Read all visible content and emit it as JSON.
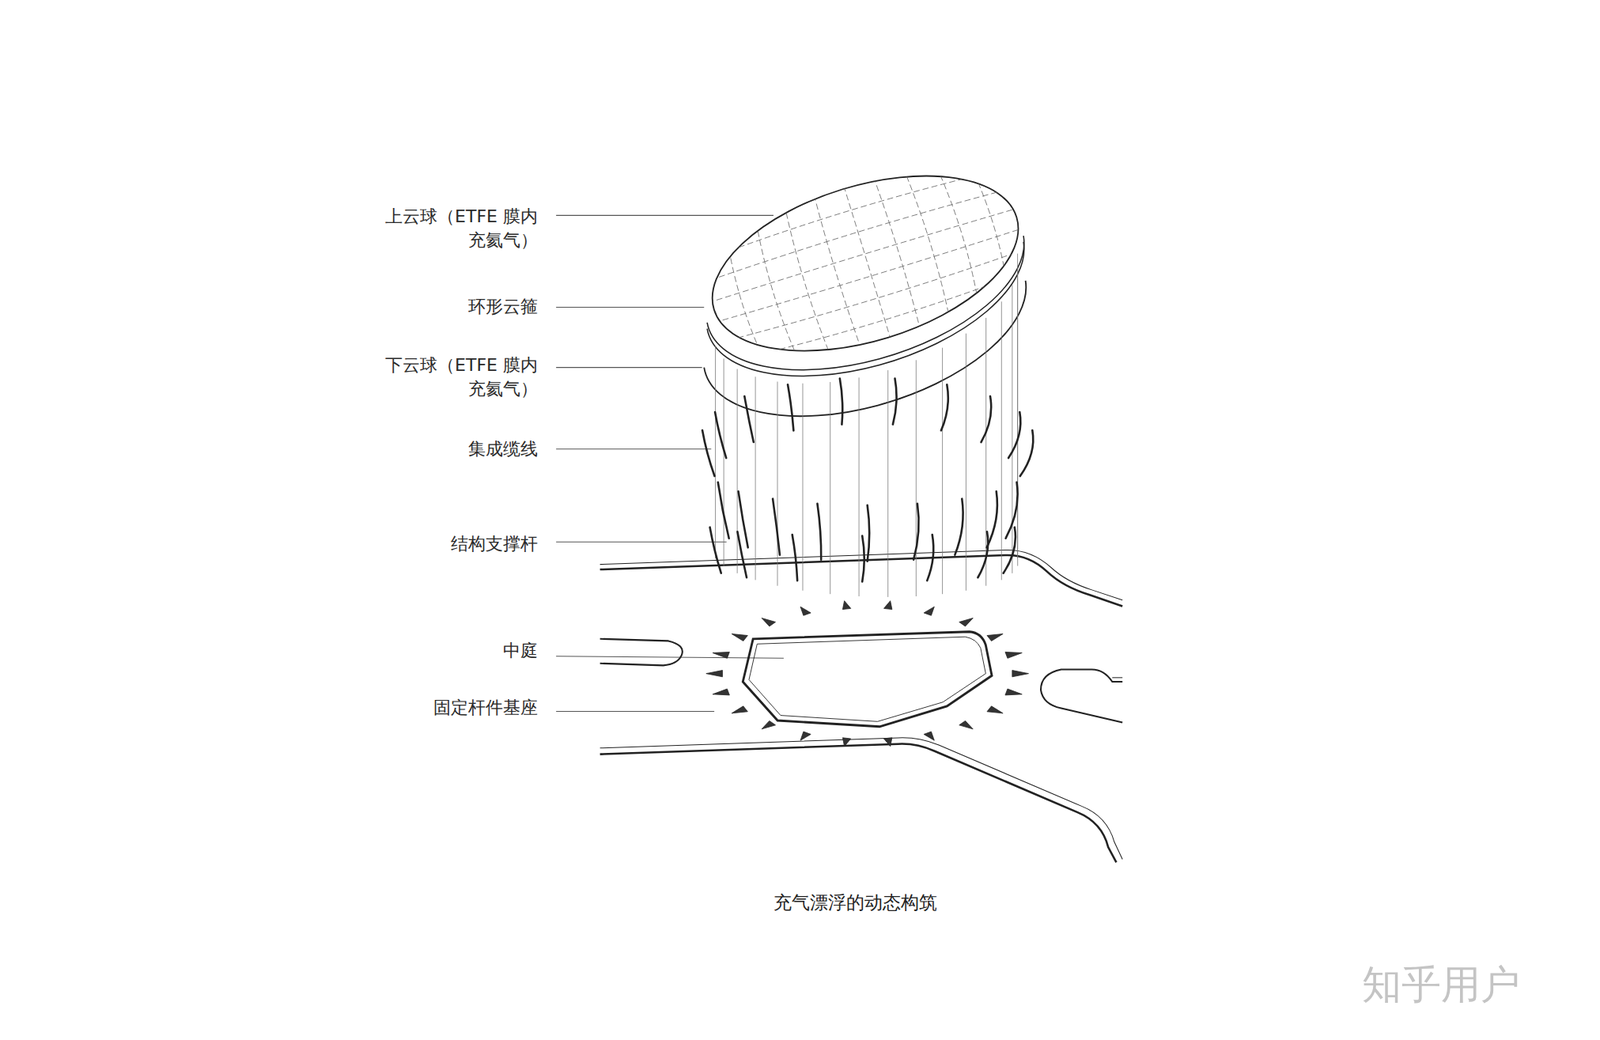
{
  "diagram": {
    "caption": "充气漂浮的动态构筑",
    "labels": [
      "上云球（ETFE 膜内 充氦气）",
      "环形云箍",
      "下云球（ETFE 膜内 充氦气）",
      "集成缆线",
      "结构支撑杆",
      "中庭",
      "固定杆件基座",
      "知乎用户"
    ]
  }
}
